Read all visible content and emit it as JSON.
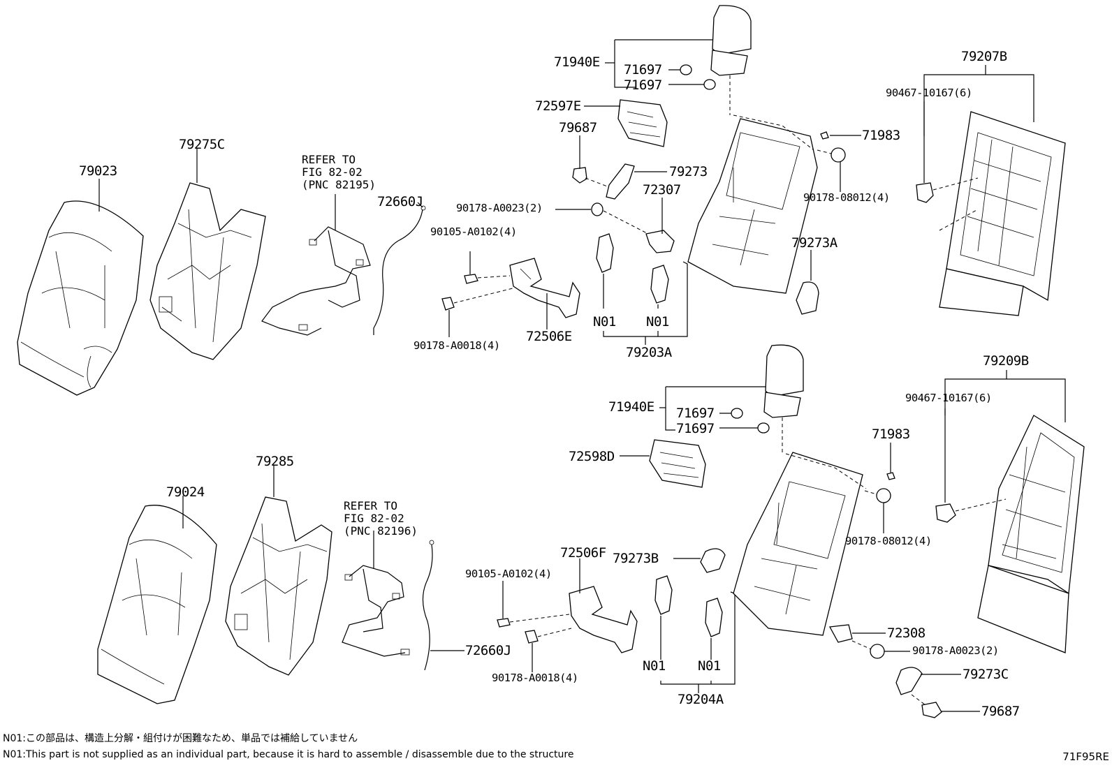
{
  "diagram": {
    "labels": {
      "p79023": "79023",
      "p79275C": "79275C",
      "p72660J_top": "72660J",
      "p71940E_top": "71940E",
      "p71697_a": "71697",
      "p71697_b": "71697",
      "p72597E": "72597E",
      "p79687_top": "79687",
      "p79273": "79273",
      "p72307": "72307",
      "p71983_top": "71983",
      "p90178_08012_top": "90178-08012(4)",
      "p90178_A0023_top": "90178-A0023(2)",
      "p90105_top": "90105-A0102(4)",
      "p79273A": "79273A",
      "p72506E": "72506E",
      "p90178_A0018_top": "90178-A0018(4)",
      "pN01_a": "N01",
      "pN01_b": "N01",
      "p79203A": "79203A",
      "p79207B": "79207B",
      "p90467_top": "90467-10167(6)",
      "p79209B": "79209B",
      "p90467_bot": "90467-10167(6)",
      "p71940E_bot": "71940E",
      "p71697_c": "71697",
      "p71697_d": "71697",
      "p72598D": "72598D",
      "p71983_bot": "71983",
      "p90178_08012_bot": "90178-08012(4)",
      "p79024": "79024",
      "p79285": "79285",
      "p72506F": "72506F",
      "p79273B": "79273B",
      "p90105_bot": "90105-A0102(4)",
      "p72660J_bot": "72660J",
      "p90178_A0018_bot": "90178-A0018(4)",
      "pN01_c": "N01",
      "pN01_d": "N01",
      "p79204A": "79204A",
      "p72308": "72308",
      "p90178_A0023_bot": "90178-A0023(2)",
      "p79273C": "79273C",
      "p79687_bot": "79687"
    },
    "refer_top": "REFER TO\nFIG 82-02\n(PNC 82195)",
    "refer_bottom": "REFER TO\nFIG 82-02\n(PNC 82196)"
  },
  "notes": {
    "jp": "N01:この部品は、構造上分解・組付けが困難なため、単品では補給していません",
    "en": "N01:This part is not supplied as an individual part, because it is hard to assemble / disassemble due to the structure"
  },
  "figure_code": "71F95RE"
}
